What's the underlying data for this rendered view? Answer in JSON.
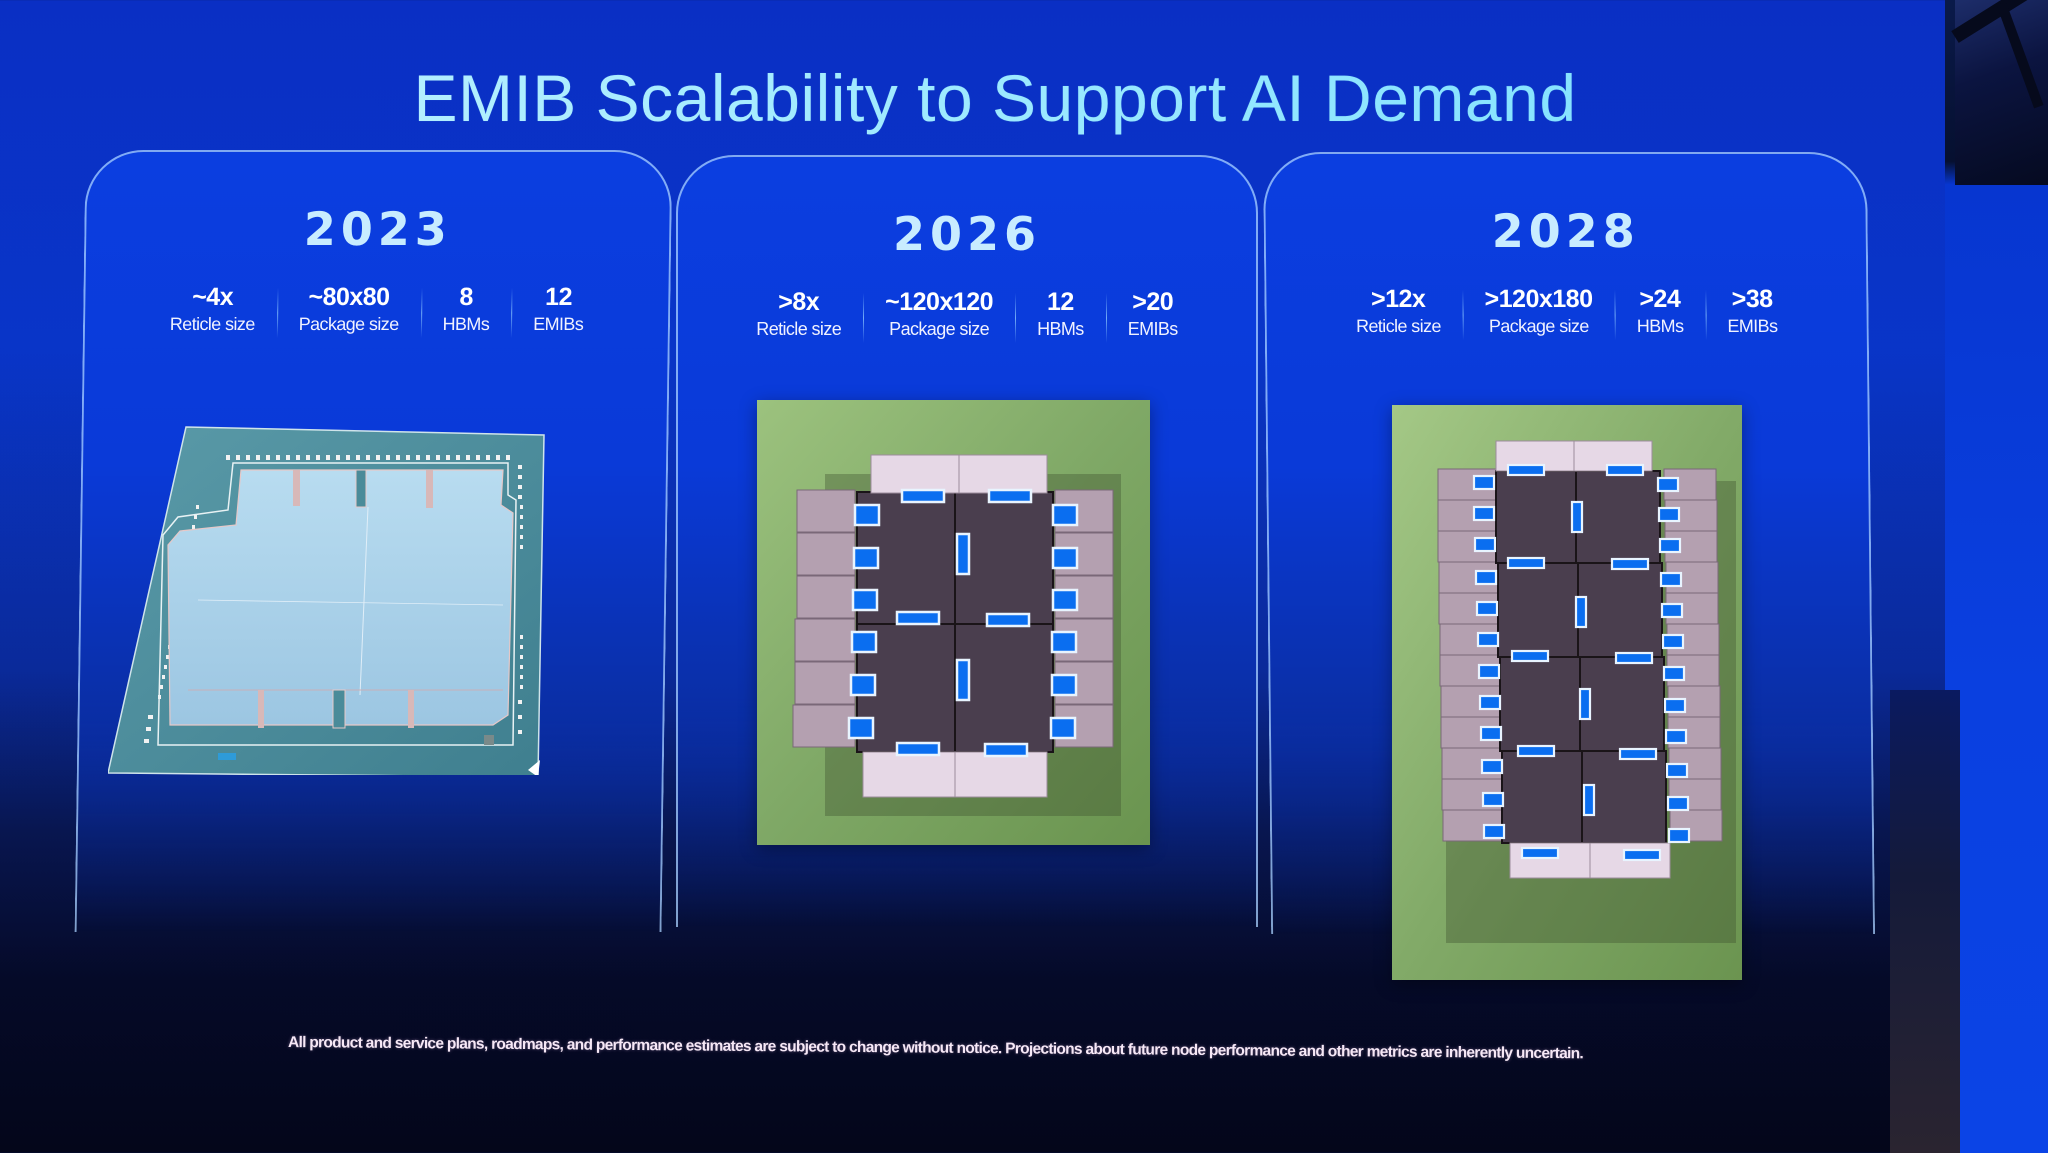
{
  "slide": {
    "title": "EMIB Scalability to Support AI Demand",
    "colors": {
      "background": "#0a35c8",
      "title_text": "#9ae9ff",
      "year_text": "#c8ecff",
      "panel_border": "#aad2ff",
      "emib_bridge": "#0a6ef0",
      "hbm_tile": "#b4a0b0",
      "compute_tile": "#4a3e4e",
      "io_tile": "#e6d8e6",
      "substrate_green": "#7fa866",
      "chip_2023_substrate": "#4a8b99"
    }
  },
  "panels": [
    {
      "year": "2023",
      "stats": [
        {
          "value": "~4x",
          "label": "Reticle size"
        },
        {
          "value": "~80x80",
          "label": "Package size"
        },
        {
          "value": "8",
          "label": "HBMs"
        },
        {
          "value": "12",
          "label": "EMIBs"
        }
      ],
      "image": "2023-package-photo"
    },
    {
      "year": "2026",
      "stats": [
        {
          "value": ">8x",
          "label": "Reticle size"
        },
        {
          "value": "~120x120",
          "label": "Package size"
        },
        {
          "value": "12",
          "label": "HBMs"
        },
        {
          "value": ">20",
          "label": "EMIBs"
        }
      ],
      "image": "2026-package-diagram"
    },
    {
      "year": "2028",
      "stats": [
        {
          "value": ">12x",
          "label": "Reticle size"
        },
        {
          "value": ">120x180",
          "label": "Package size"
        },
        {
          "value": ">24",
          "label": "HBMs"
        },
        {
          "value": ">38",
          "label": "EMIBs"
        }
      ],
      "image": "2028-package-diagram"
    }
  ],
  "disclaimer": "All product and service plans, roadmaps, and performance estimates are subject to change without notice. Projections about future node performance and other metrics are inherently uncertain."
}
